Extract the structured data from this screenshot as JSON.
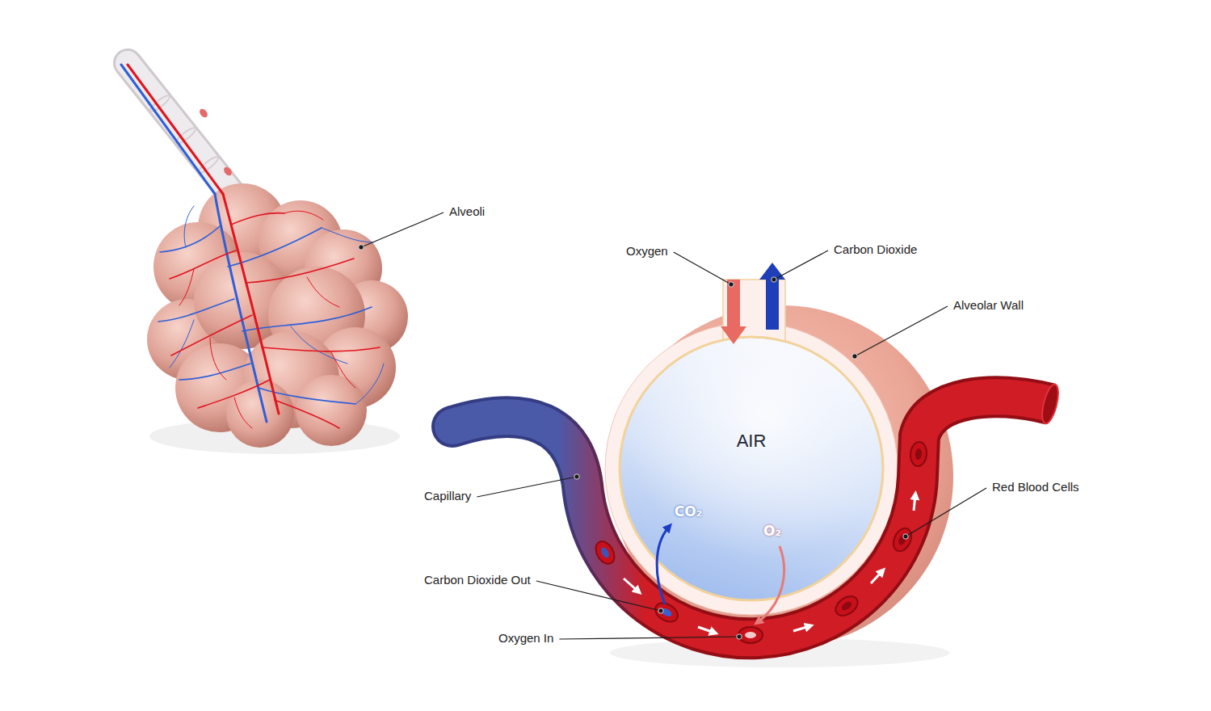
{
  "diagram": {
    "nodes": [
      {
        "text": [
          "AIR"
        ]
      }
    ],
    "labels": [
      "Alveoli",
      "Oxygen",
      "Carbon Dioxide",
      "Alveolar Wall",
      "Capillary",
      "CO₂",
      "O₂",
      "Red Blood Cells",
      "Carbon Dioxide Out",
      "Oxygen In"
    ]
  }
}
